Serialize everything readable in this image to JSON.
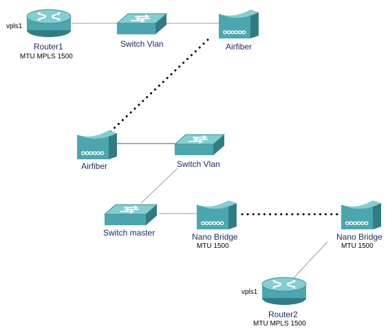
{
  "colors": {
    "device_face": "#4ba7ad",
    "device_top": "#84cdd1",
    "device_dark": "#2f7d83",
    "wire": "#9a9a9a",
    "wireless": "#000000",
    "label": "#1c2a66"
  },
  "nodes": {
    "router1": {
      "label": "Router1",
      "sub": "MTU MPLS 1500",
      "tag": "vpls1",
      "icon": "router-icon"
    },
    "switch_vlan_top": {
      "label": "Switch Vlan",
      "icon": "switch-icon"
    },
    "airfiber_top": {
      "label": "Airfiber",
      "icon": "wireless-bridge-icon"
    },
    "airfiber_mid": {
      "label": "Airfiber",
      "icon": "wireless-bridge-icon"
    },
    "switch_vlan_mid": {
      "label": "Switch Vlan",
      "icon": "switch-icon"
    },
    "switch_master": {
      "label": "Switch master",
      "icon": "switch-icon"
    },
    "nano_bridge_1": {
      "label": "Nano Bridge",
      "sub": "MTU 1500",
      "icon": "wireless-bridge-icon"
    },
    "nano_bridge_2": {
      "label": "Nano Bridge",
      "sub": "MTU 1500",
      "icon": "wireless-bridge-icon"
    },
    "router2": {
      "label": "Router2",
      "sub": "MTU MPLS 1500",
      "tag": "vpls1",
      "icon": "router-icon"
    }
  },
  "links": [
    {
      "from": "router1",
      "to": "switch_vlan_top",
      "type": "wired"
    },
    {
      "from": "switch_vlan_top",
      "to": "airfiber_top",
      "type": "wired"
    },
    {
      "from": "airfiber_top",
      "to": "airfiber_mid",
      "type": "wireless"
    },
    {
      "from": "airfiber_mid",
      "to": "switch_vlan_mid",
      "type": "wired"
    },
    {
      "from": "switch_vlan_mid",
      "to": "switch_master",
      "type": "wired"
    },
    {
      "from": "switch_master",
      "to": "nano_bridge_1",
      "type": "wired"
    },
    {
      "from": "nano_bridge_1",
      "to": "nano_bridge_2",
      "type": "wireless"
    },
    {
      "from": "nano_bridge_2",
      "to": "router2",
      "type": "wired"
    }
  ]
}
